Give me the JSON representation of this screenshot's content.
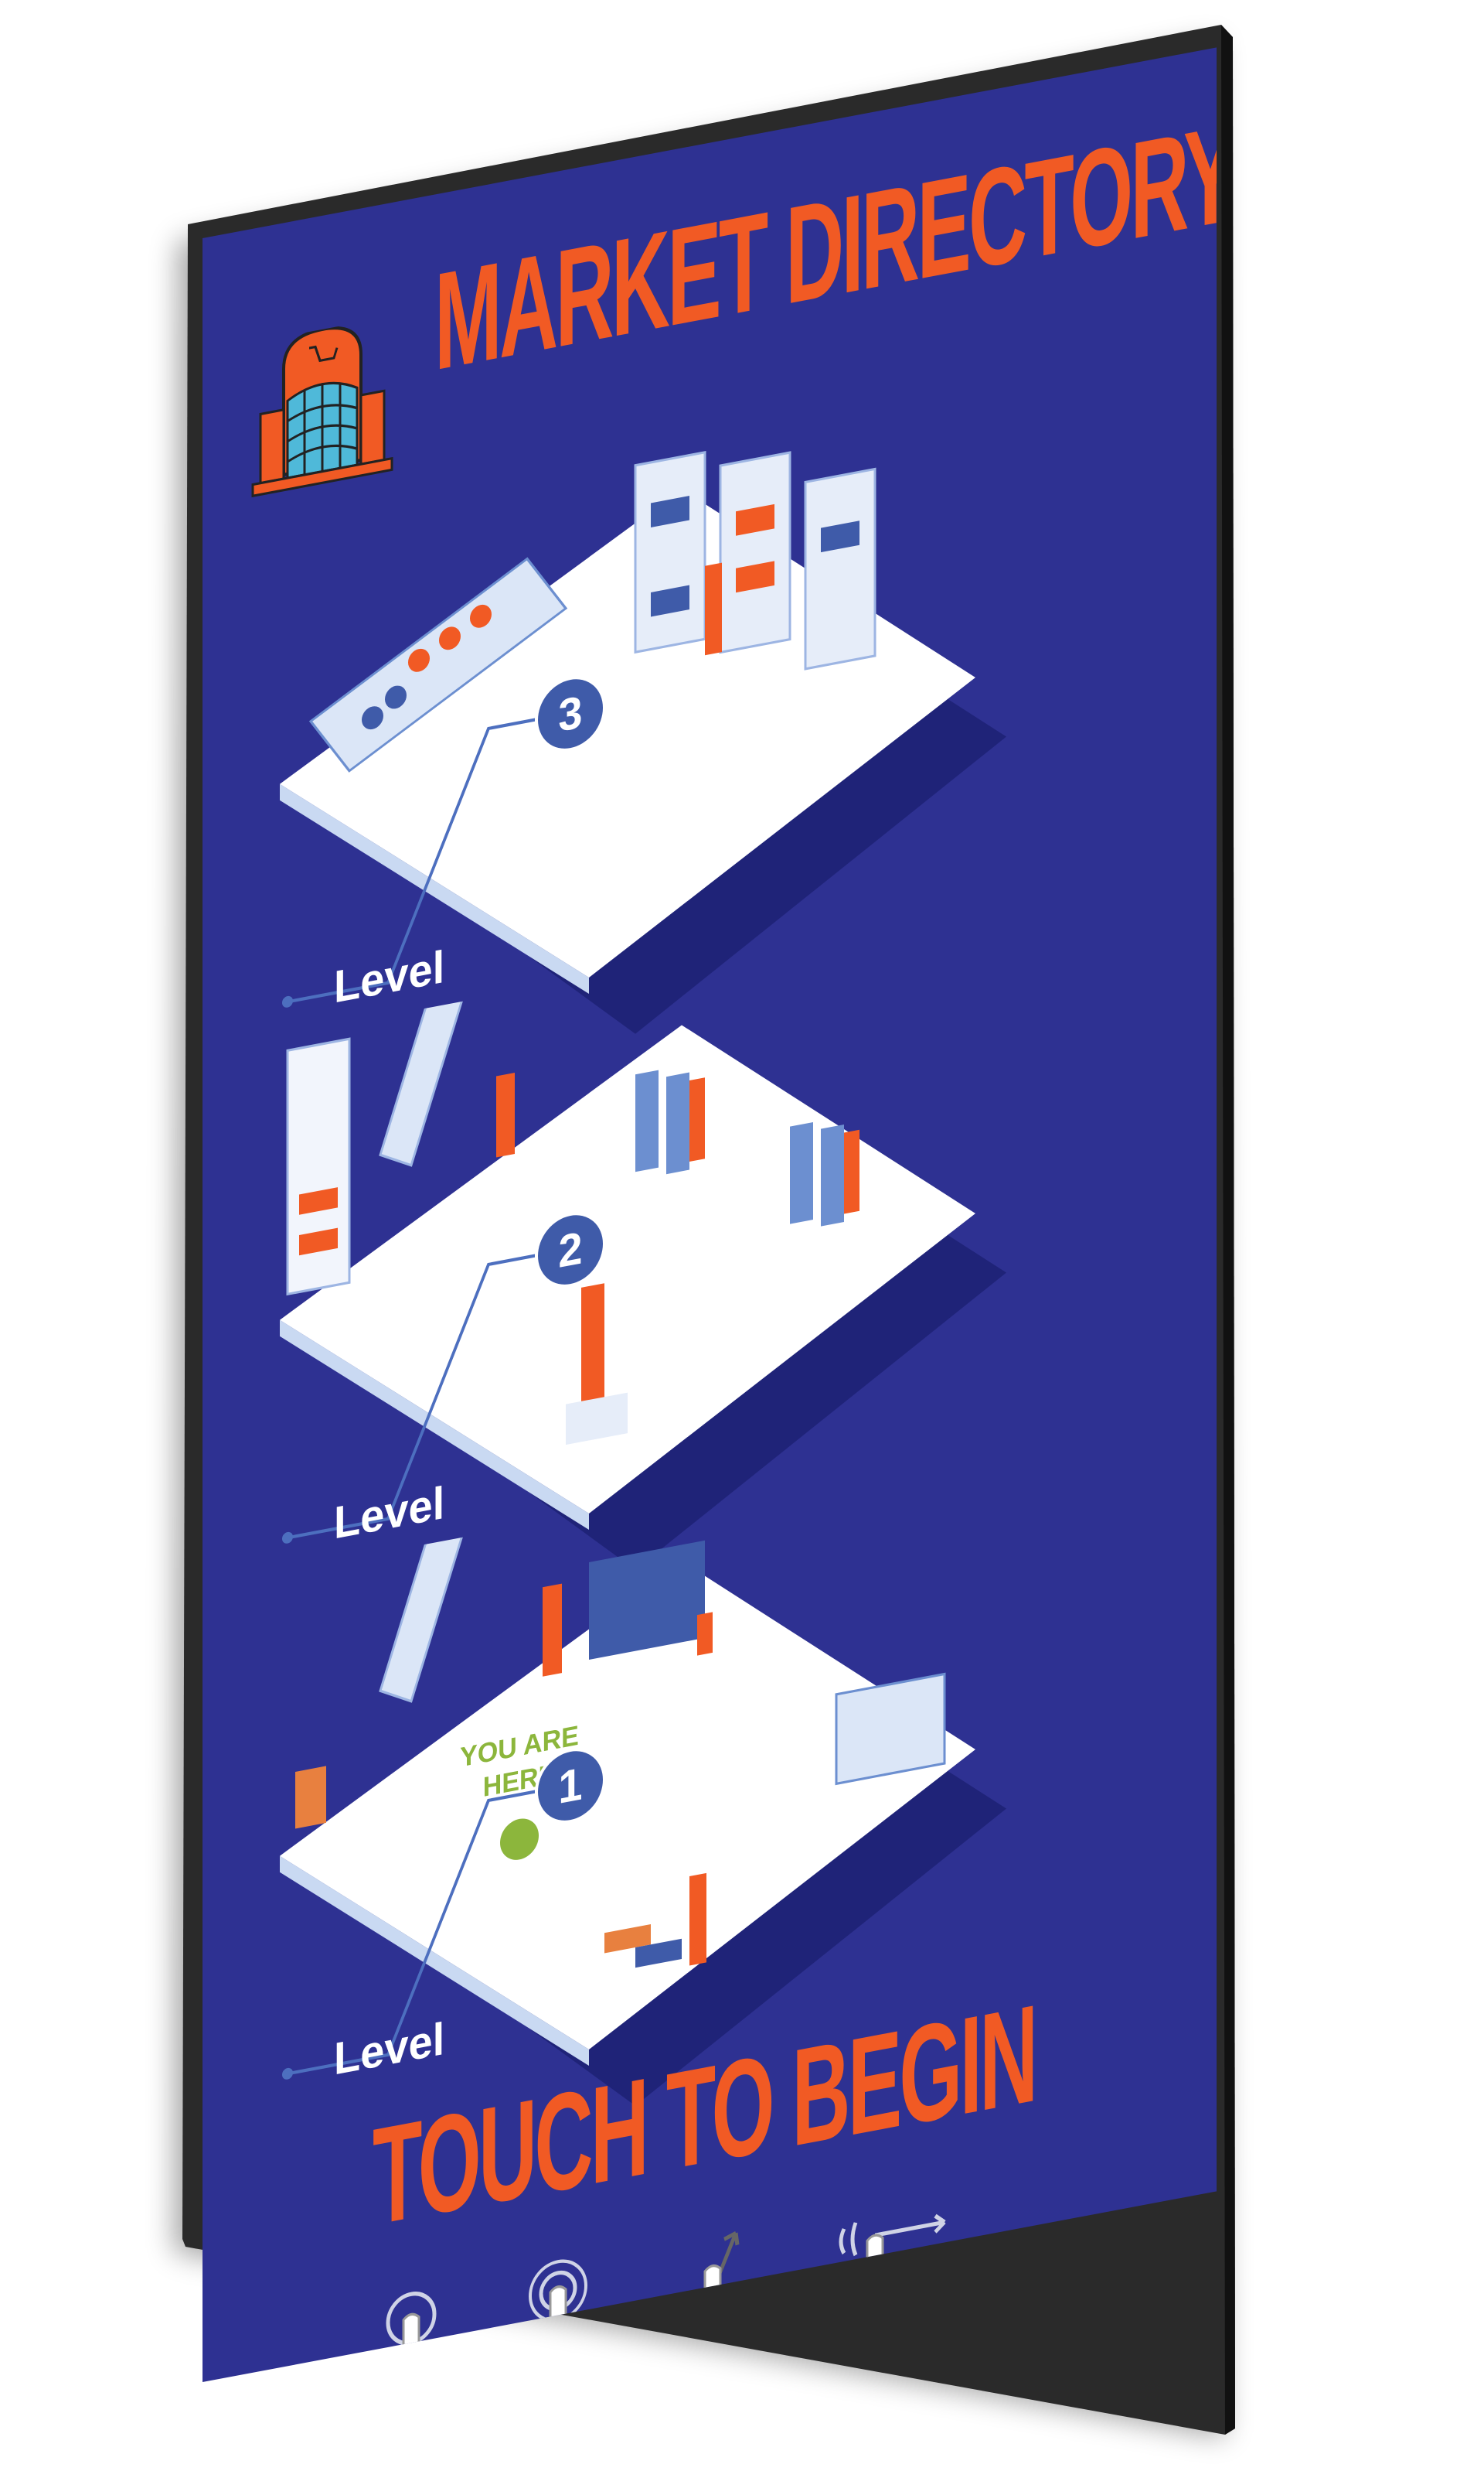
{
  "header": {
    "title": "MARKET DIRECTORY",
    "logo_icon": "shopping-mall-icon"
  },
  "floors": [
    {
      "label": "Level",
      "number": "3",
      "theme": "grocery"
    },
    {
      "label": "Level",
      "number": "2",
      "theme": "clothing"
    },
    {
      "label": "Level",
      "number": "1",
      "theme": "entrance-cafe-checkout",
      "you_are_here": "YOU ARE HERE"
    }
  ],
  "cta": {
    "label": "TOUCH TO BEGIN"
  },
  "gestures": [
    "tap-gesture-icon",
    "double-tap-gesture-icon",
    "pinch-rotate-gesture-icon",
    "swipe-gesture-icon"
  ],
  "colors": {
    "background": "#2e3192",
    "accent": "#f15a24",
    "badge": "#3f5ba9",
    "you_are_here": "#8cb63c",
    "bezel": "#2a2a2a"
  }
}
